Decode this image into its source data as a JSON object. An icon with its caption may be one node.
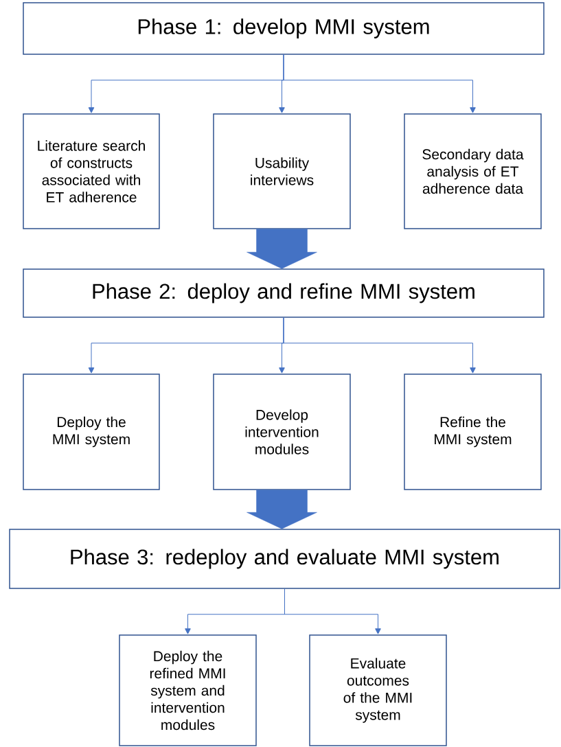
{
  "diagram": {
    "nodes": [
      {
        "text": [
          "Phase 1: develop MMI system"
        ]
      },
      {
        "text": [
          "Literature search of constructs associated with ET adherence"
        ]
      },
      {
        "text": [
          "Usability interviews"
        ]
      },
      {
        "text": [
          "Secondary data analysis of ET adherence data"
        ]
      },
      {
        "text": [
          "Phase 2: deploy and refine MMI system"
        ]
      },
      {
        "text": [
          "Deploy the MMI system"
        ]
      },
      {
        "text": [
          "Develop intervention modules"
        ]
      },
      {
        "text": [
          "Refine the MMI system"
        ]
      },
      {
        "text": [
          "Phase 3: redeploy and evaluate MMI system"
        ]
      },
      {
        "text": [
          "Deploy the refined MMI system and intervention modules"
        ]
      },
      {
        "text": [
          "Evaluate outcomes of the MMI system"
        ]
      }
    ],
    "edges": [
      {
        "from": 0,
        "to": 1,
        "arrow": "to"
      },
      {
        "from": 0,
        "to": 2,
        "arrow": "to"
      },
      {
        "from": 0,
        "to": 3,
        "arrow": "to"
      },
      {
        "from": 2,
        "to": 4,
        "arrow": "to",
        "style": "thick"
      },
      {
        "from": 4,
        "to": 5,
        "arrow": "to"
      },
      {
        "from": 4,
        "to": 6,
        "arrow": "to"
      },
      {
        "from": 4,
        "to": 7,
        "arrow": "to"
      },
      {
        "from": 6,
        "to": 8,
        "arrow": "to",
        "style": "thick"
      },
      {
        "from": 8,
        "to": 9,
        "arrow": "to"
      },
      {
        "from": 8,
        "to": 10,
        "arrow": "to"
      }
    ]
  }
}
